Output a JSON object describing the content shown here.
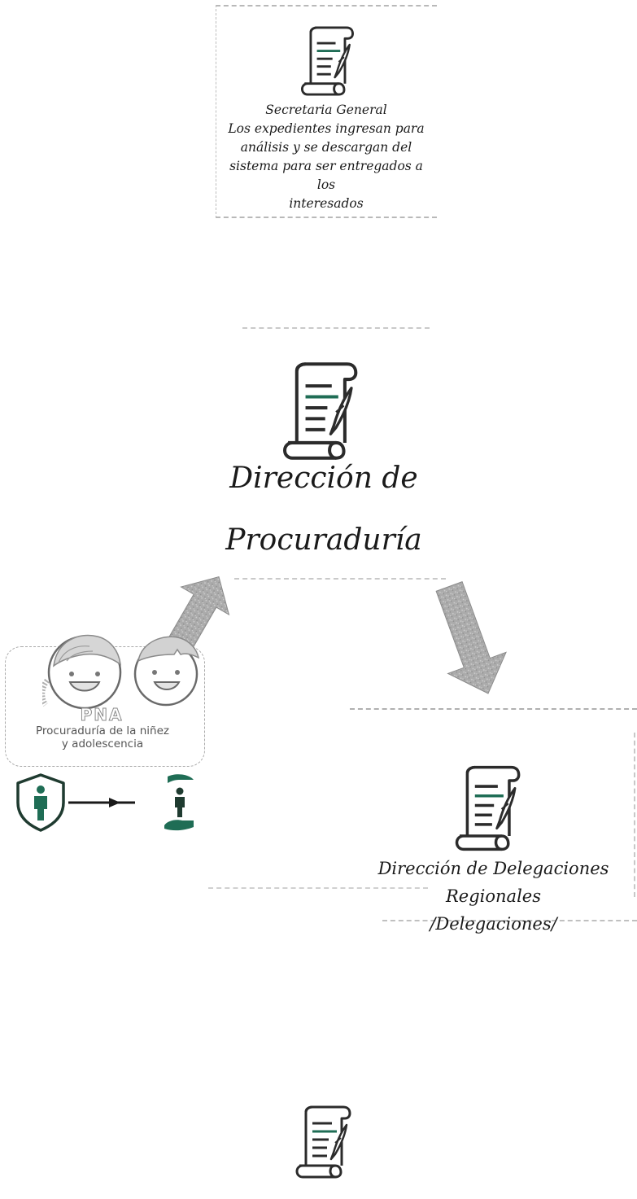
{
  "nodes": {
    "secretaria": {
      "title": "Secretaria General",
      "lines": [
        "Los expedientes ingresan para",
        "análisis y se descargan del",
        "sistema para ser entregados a los",
        "interesados"
      ]
    },
    "procuraduria": {
      "lines": [
        "Dirección de",
        "Procuraduría"
      ]
    },
    "delegaciones": {
      "lines": [
        "Dirección de Delegaciones",
        "Regionales",
        "/Delegaciones/"
      ]
    },
    "pna": {
      "title": "PNA",
      "subtitle_lines": [
        "Procuraduría de la niñez",
        "y adolescencia"
      ]
    }
  },
  "icons": {
    "scroll": "document-scroll-icon",
    "shield": "child-shield-icon",
    "hands": "child-in-hands-icon"
  },
  "colors": {
    "arrow_fill": "#a6a6a6",
    "icon_stroke": "#2b2b2b",
    "accent_green": "#1f6d55"
  }
}
